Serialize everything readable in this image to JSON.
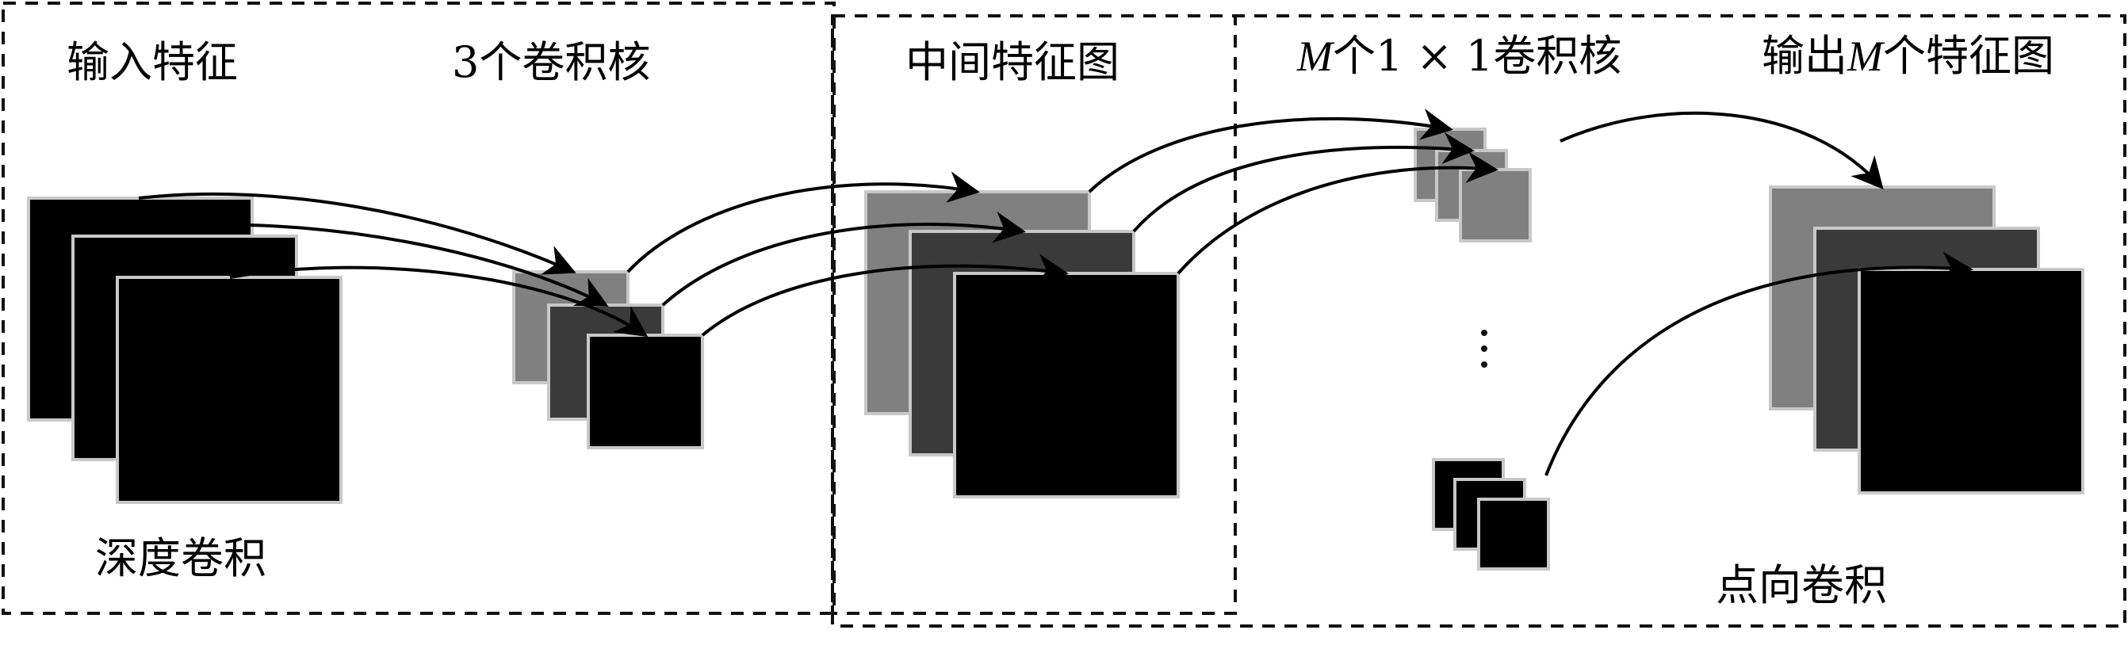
{
  "labels": {
    "input_feature": "输入特征",
    "kernels_3": "3个卷积核",
    "intermediate": "中间特征图",
    "m_kernels_pre": "M",
    "m_kernels_post": "个1 × 1卷积核",
    "output_pre": "输出",
    "output_m": "M",
    "output_post": "个特征图",
    "depthwise": "深度卷积",
    "pointwise": "点向卷积"
  },
  "colors": {
    "black": "#000000",
    "dark_gray": "#3a3a3a",
    "mid_gray": "#808080",
    "border_light": "#c8c8c8"
  }
}
